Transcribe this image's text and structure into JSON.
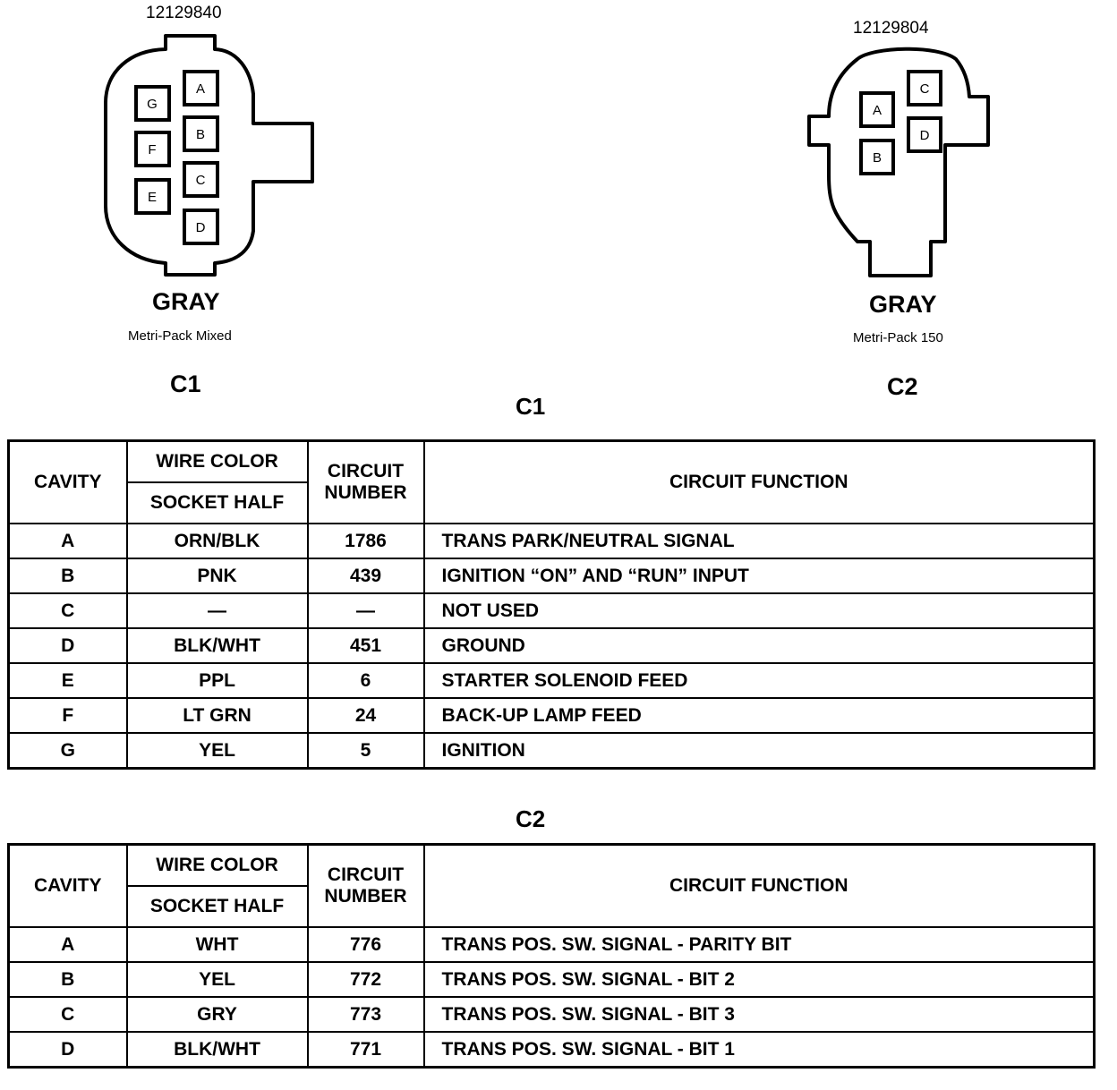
{
  "connectors": [
    {
      "part_number": "12129840",
      "color": "GRAY",
      "type": "Metri-Pack Mixed",
      "id": "C1",
      "cavities": [
        "A",
        "B",
        "C",
        "D",
        "E",
        "F",
        "G"
      ]
    },
    {
      "part_number": "12129804",
      "color": "GRAY",
      "type": "Metri-Pack 150",
      "id": "C2",
      "cavities": [
        "A",
        "B",
        "C",
        "D"
      ]
    }
  ],
  "headers": {
    "cavity": "CAVITY",
    "wire_color": "WIRE COLOR",
    "socket_half": "SOCKET HALF",
    "circuit_number_1": "CIRCUIT",
    "circuit_number_2": "NUMBER",
    "circuit_function": "CIRCUIT FUNCTION"
  },
  "tables": [
    {
      "title": "C1",
      "rows": [
        {
          "cavity": "A",
          "wire": "ORN/BLK",
          "circuit": "1786",
          "function": "TRANS PARK/NEUTRAL SIGNAL"
        },
        {
          "cavity": "B",
          "wire": "PNK",
          "circuit": "439",
          "function": "IGNITION “ON” AND “RUN” INPUT"
        },
        {
          "cavity": "C",
          "wire": "—",
          "circuit": "—",
          "function": "NOT USED"
        },
        {
          "cavity": "D",
          "wire": "BLK/WHT",
          "circuit": "451",
          "function": "GROUND"
        },
        {
          "cavity": "E",
          "wire": "PPL",
          "circuit": "6",
          "function": "STARTER SOLENOID FEED"
        },
        {
          "cavity": "F",
          "wire": "LT GRN",
          "circuit": "24",
          "function": "BACK-UP LAMP FEED"
        },
        {
          "cavity": "G",
          "wire": "YEL",
          "circuit": "5",
          "function": "IGNITION"
        }
      ]
    },
    {
      "title": "C2",
      "rows": [
        {
          "cavity": "A",
          "wire": "WHT",
          "circuit": "776",
          "function": "TRANS POS. SW. SIGNAL - PARITY BIT"
        },
        {
          "cavity": "B",
          "wire": "YEL",
          "circuit": "772",
          "function": "TRANS POS. SW. SIGNAL - BIT 2"
        },
        {
          "cavity": "C",
          "wire": "GRY",
          "circuit": "773",
          "function": "TRANS POS. SW. SIGNAL - BIT 3"
        },
        {
          "cavity": "D",
          "wire": "BLK/WHT",
          "circuit": "771",
          "function": "TRANS POS. SW. SIGNAL - BIT 1"
        }
      ]
    }
  ]
}
